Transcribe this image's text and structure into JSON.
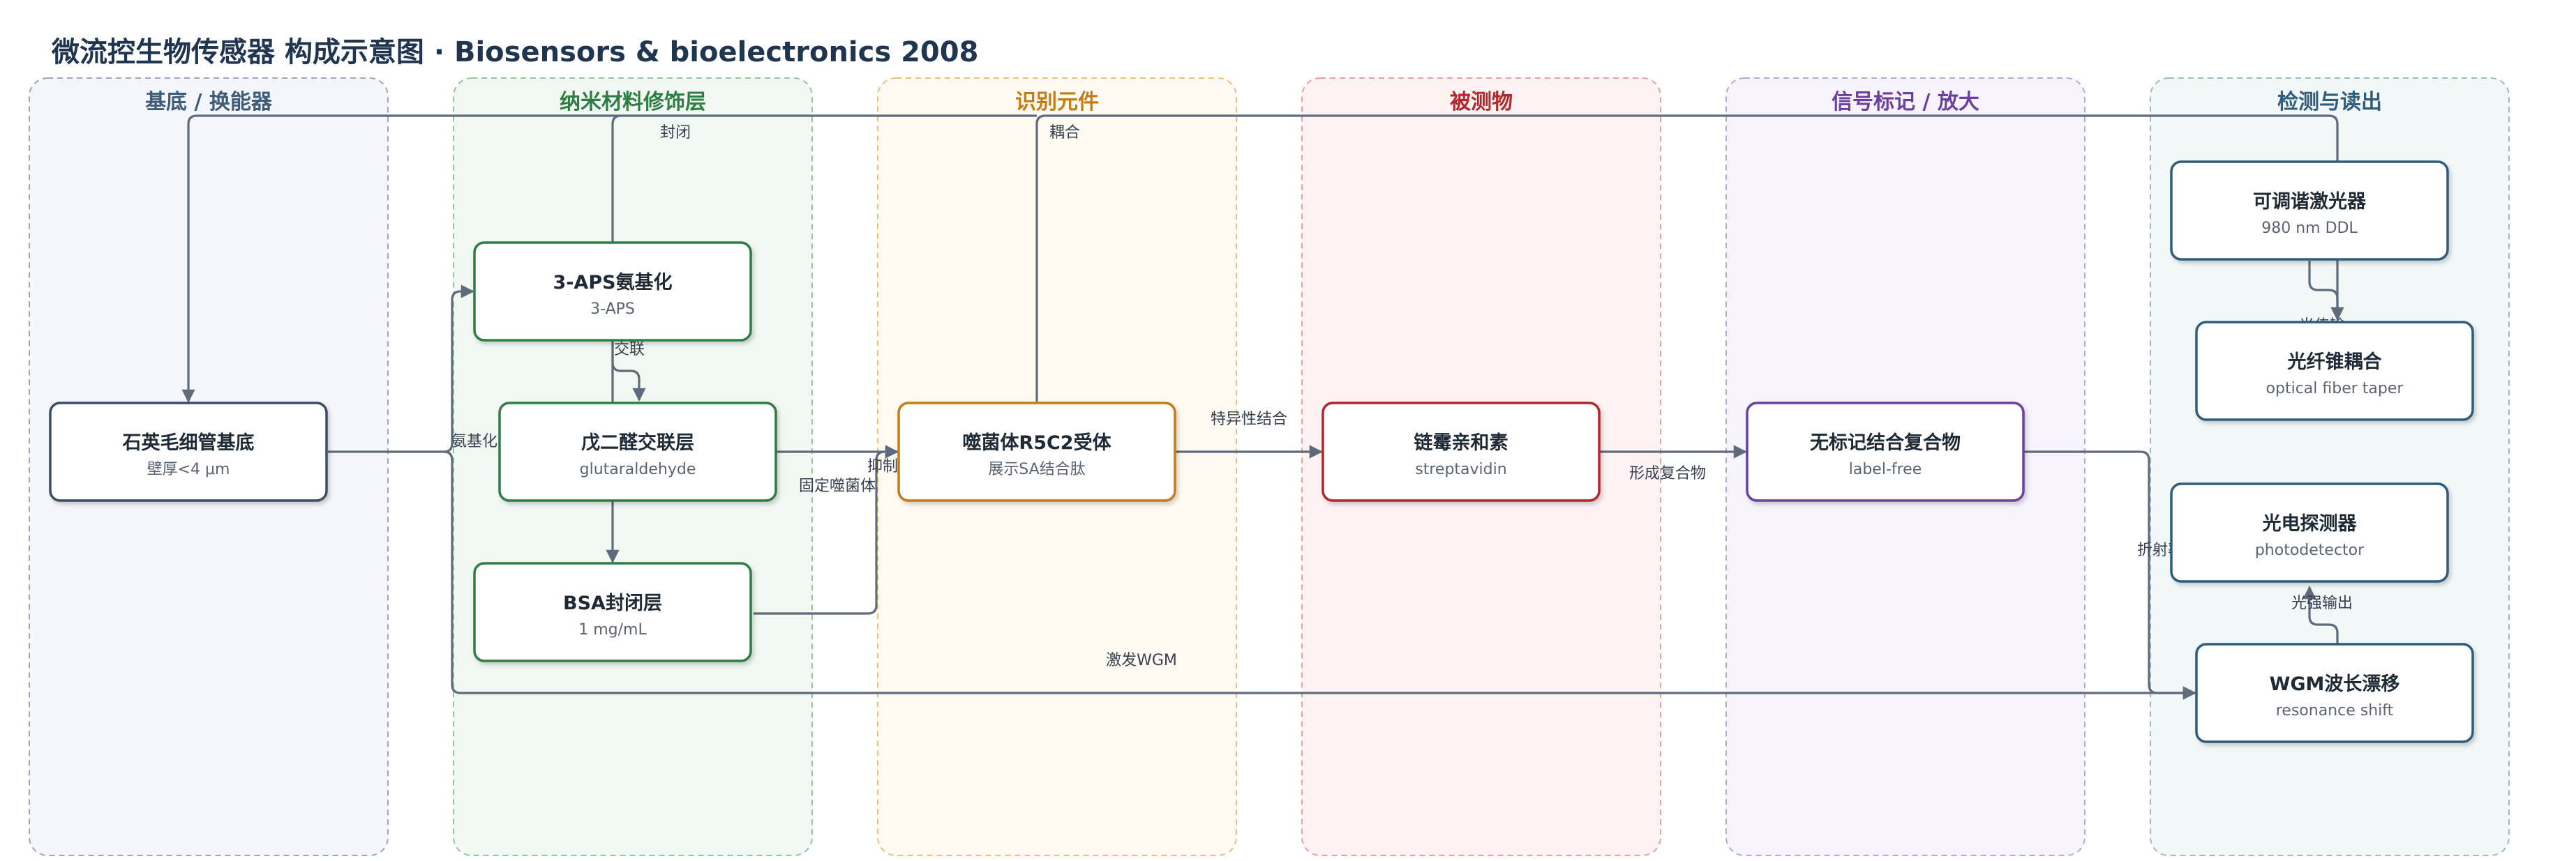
{
  "title": "微流控生物传感器 构成示意图 · Biosensors & bioelectronics 2008",
  "lanes": [
    {
      "id": "substrate",
      "label": "基底 / 换能器",
      "color": "#3f5b7a",
      "fill": "#f4f6fb",
      "border": "#9aa8bf"
    },
    {
      "id": "nano",
      "label": "纳米材料修饰层",
      "color": "#2e7d45",
      "fill": "#f1f8f2",
      "border": "#94c4a0"
    },
    {
      "id": "recog",
      "label": "识别元件",
      "color": "#c47b12",
      "fill": "#fffaf1",
      "border": "#ebc07c"
    },
    {
      "id": "analyte",
      "label": "被测物",
      "color": "#b3262c",
      "fill": "#fdf2f2",
      "border": "#e4a2a2"
    },
    {
      "id": "signal",
      "label": "信号标记 / 放大",
      "color": "#6b3fa0",
      "fill": "#f7f3fc",
      "border": "#bba5d8"
    },
    {
      "id": "detect",
      "label": "检测与读出",
      "color": "#2f5d7c",
      "fill": "#f2f7f8",
      "border": "#9fb8c6"
    }
  ],
  "nodes": [
    {
      "id": "capillary",
      "title": "石英毛细管基底",
      "sub": "壁厚<4 μm",
      "color": "#3a4d63"
    },
    {
      "id": "aps",
      "title": "3-APS氨基化",
      "sub": "3-APS",
      "color": "#2e7d45"
    },
    {
      "id": "glut",
      "title": "戊二醛交联层",
      "sub": "glutaraldehyde",
      "color": "#2e7d45"
    },
    {
      "id": "bsa",
      "title": "BSA封闭层",
      "sub": "1 mg/mL",
      "color": "#2e7d45"
    },
    {
      "id": "phage",
      "title": "噬菌体R5C2受体",
      "sub": "展示SA结合肽",
      "color": "#c47b12"
    },
    {
      "id": "strep",
      "title": "链霉亲和素",
      "sub": "streptavidin",
      "color": "#b3262c"
    },
    {
      "id": "labelfree",
      "title": "无标记结合复合物",
      "sub": "label-free",
      "color": "#6b3fa0"
    },
    {
      "id": "laser",
      "title": "可调谐激光器",
      "sub": "980 nm DDL",
      "color": "#2f5d7c"
    },
    {
      "id": "taper",
      "title": "光纤锥耦合",
      "sub": "optical fiber taper",
      "color": "#2f5d7c"
    },
    {
      "id": "pd",
      "title": "光电探测器",
      "sub": "photodetector",
      "color": "#2f5d7c"
    },
    {
      "id": "wgm",
      "title": "WGM波长漂移",
      "sub": "resonance shift",
      "color": "#2f5d7c"
    }
  ],
  "edge_labels": {
    "seal": "封闭",
    "couple": "耦合",
    "crosslink": "交联",
    "aminate": "氨基化",
    "fix_phage": "固定噬菌体",
    "suppress": "抑制非特异",
    "specific": "特异性结合",
    "complex": "形成复合物",
    "refract": "折射率变化",
    "light_trans": "光传输",
    "light_out": "光强输出",
    "excite": "激发WGM"
  },
  "edge_color": "#5e6b7c"
}
